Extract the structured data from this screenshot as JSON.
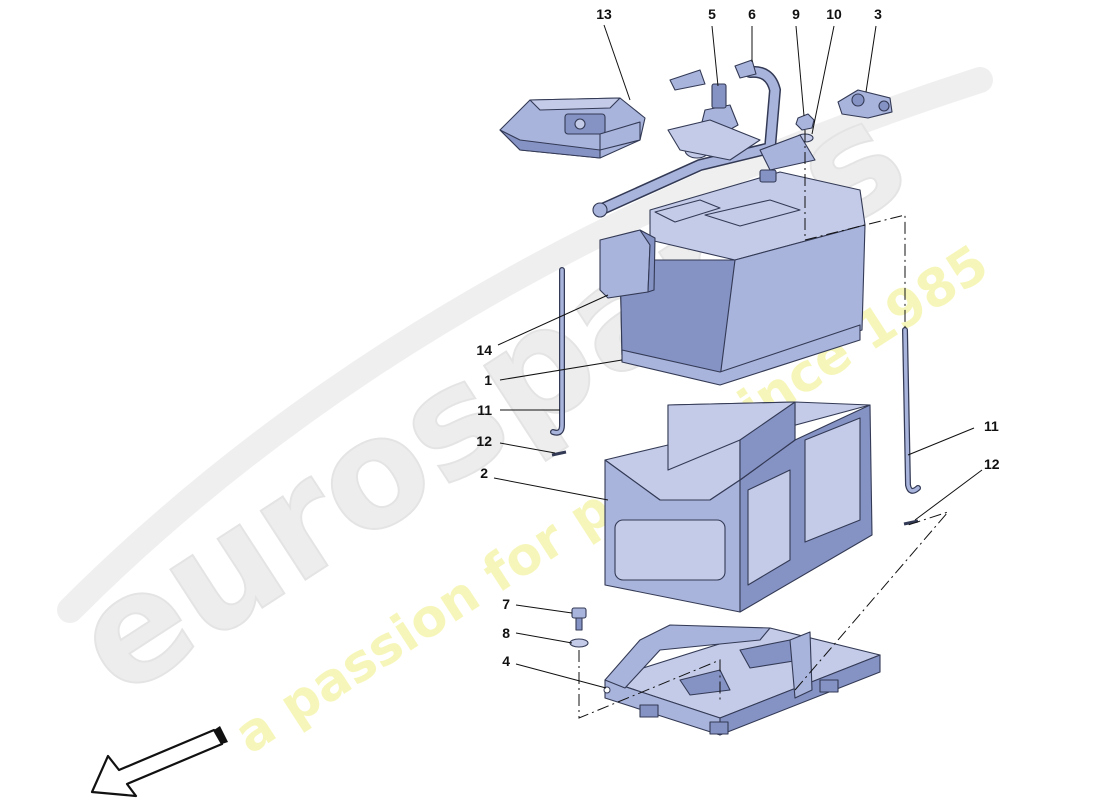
{
  "watermark": {
    "brand": "eurospares",
    "tagline": "a passion for parts since 1985"
  },
  "callouts": [
    {
      "id": "c13",
      "label": "13"
    },
    {
      "id": "c5",
      "label": "5"
    },
    {
      "id": "c6",
      "label": "6"
    },
    {
      "id": "c9",
      "label": "9"
    },
    {
      "id": "c10",
      "label": "10"
    },
    {
      "id": "c3",
      "label": "3"
    },
    {
      "id": "c14",
      "label": "14"
    },
    {
      "id": "c1",
      "label": "1"
    },
    {
      "id": "c11a",
      "label": "11"
    },
    {
      "id": "c12a",
      "label": "12"
    },
    {
      "id": "c2",
      "label": "2"
    },
    {
      "id": "c11b",
      "label": "11"
    },
    {
      "id": "c12b",
      "label": "12"
    },
    {
      "id": "c7",
      "label": "7"
    },
    {
      "id": "c8",
      "label": "8"
    },
    {
      "id": "c4",
      "label": "4"
    }
  ],
  "colors": {
    "part_fill": "#a9b4dc",
    "part_stroke": "#333a55",
    "watermark_gray": "#e6e6e6",
    "watermark_yellow": "#f3f3a8"
  },
  "icons": [
    "front-direction-arrow-icon"
  ]
}
